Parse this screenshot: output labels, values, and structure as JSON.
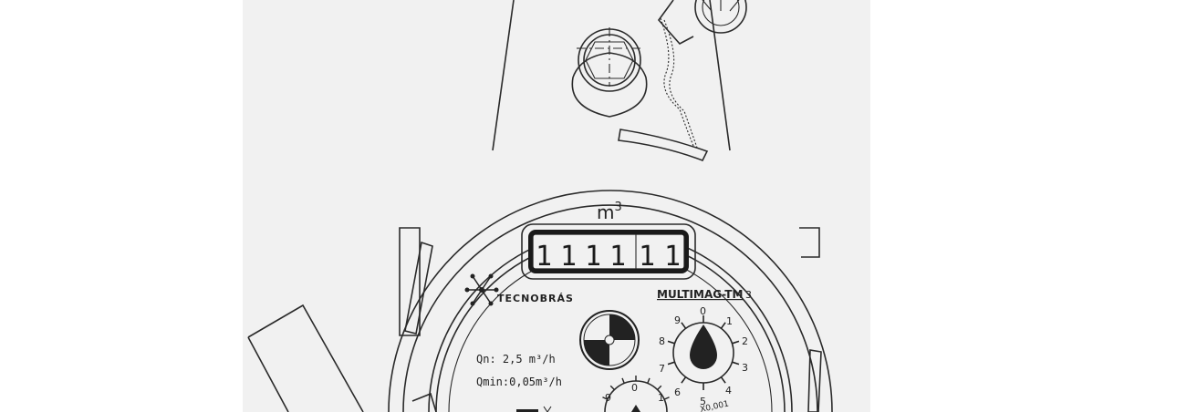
{
  "display": {
    "unit_base": "m",
    "unit_exp": "3",
    "digits": [
      "1",
      "1",
      "1",
      "1",
      "1",
      "1"
    ]
  },
  "brand": {
    "name": "TECNOBRÁS",
    "model": "MULTIMAG-TM",
    "model_suffix": "3"
  },
  "specs": {
    "qn": "Qn:  2,5 m³/h",
    "qmin": "Qmin:0,05m³/h"
  },
  "dial_main": {
    "labels": [
      "0",
      "1",
      "2",
      "3",
      "4",
      "5",
      "6",
      "7",
      "8",
      "9"
    ]
  },
  "dial_small": {
    "labels": [
      "9",
      "0",
      "1"
    ],
    "caption": "X0,001"
  },
  "colors": {
    "paper": "#f1f1f1",
    "ink": "#2a2a2a"
  }
}
